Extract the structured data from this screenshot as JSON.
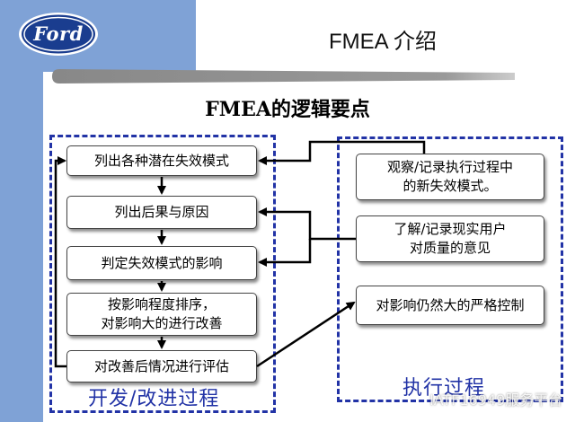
{
  "header": {
    "logo_text": "Ford",
    "slide_title": "FMEA 介绍"
  },
  "diagram": {
    "title": "FMEA的逻辑要点",
    "left_group": {
      "label": "开发/改进过程",
      "steps": [
        "列出各种潜在失效模式",
        "列出后果与原因",
        "判定失效模式的影响",
        "按影响程度排序，\n对影响大的进行改善",
        "对改善后情况进行评估"
      ]
    },
    "right_group": {
      "label": "执行过程",
      "items": [
        "观察/记录执行过程中\n的新失效模式。",
        "了解/记录现实用户\n对质量的意见",
        "对影响仍然大的严格控制"
      ]
    }
  },
  "watermark": "IATF16949服务平台",
  "colors": {
    "band": "#7fa2d6",
    "group_border": "#2233a6",
    "logo_fill": "#1a3d8f"
  }
}
